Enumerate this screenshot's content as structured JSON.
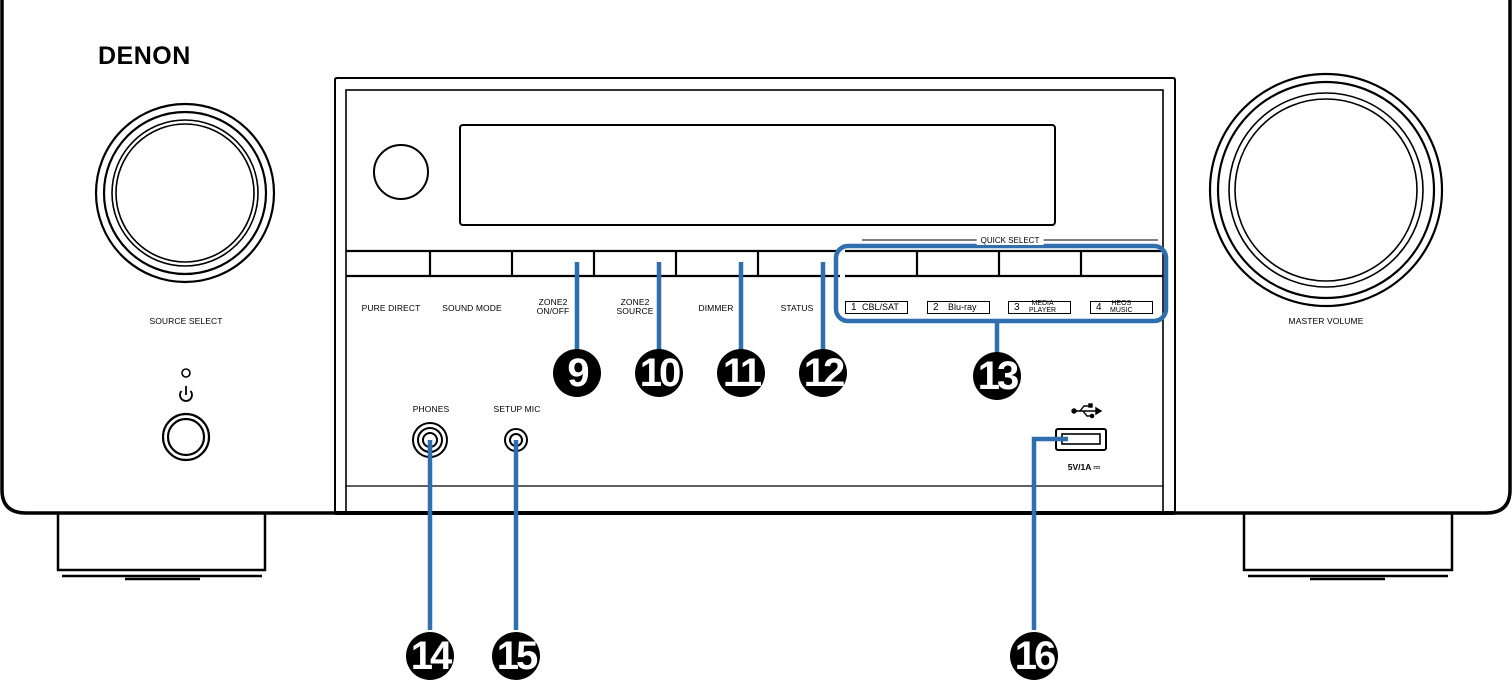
{
  "brand": "DENON",
  "knobs": {
    "source_select": "SOURCE SELECT",
    "master_volume": "MASTER VOLUME"
  },
  "buttons": [
    "PURE DIRECT",
    "SOUND MODE",
    "ZONE2\nON/OFF",
    "ZONE2\nSOURCE",
    "DIMMER",
    "STATUS"
  ],
  "quick_select": {
    "title": "QUICK SELECT",
    "items": [
      {
        "num": "1",
        "label": "CBL/SAT"
      },
      {
        "num": "2",
        "label": "Blu-ray"
      },
      {
        "num": "3",
        "label": "MEDIA\nPLAYER"
      },
      {
        "num": "4",
        "label": "HEOS\nMUSIC"
      }
    ]
  },
  "jacks": {
    "phones": "PHONES",
    "setup_mic": "SETUP MIC"
  },
  "usb": {
    "rating": "5V/1A ⎓"
  },
  "callouts": [
    "9",
    "10",
    "11",
    "12",
    "13",
    "14",
    "15",
    "16"
  ],
  "colors": {
    "callout_line": "#2f6fae",
    "outline": "#000000",
    "background": "#ffffff"
  }
}
